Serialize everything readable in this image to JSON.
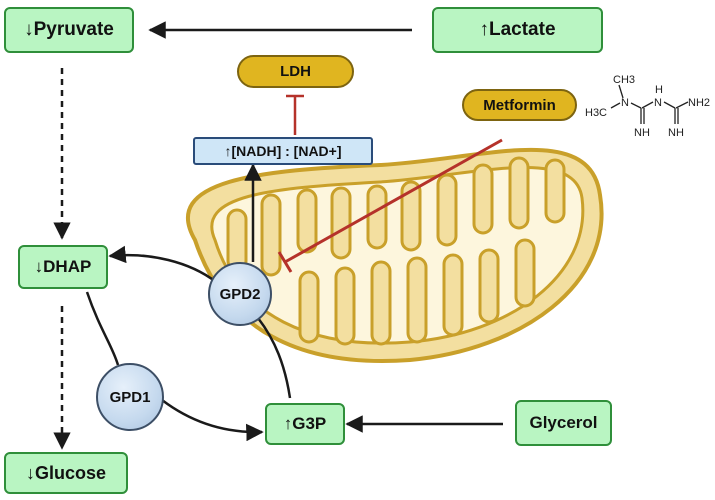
{
  "metabolites": {
    "pyruvate": "↓Pyruvate",
    "lactate": "↑Lactate",
    "dhap": "↓DHAP",
    "glucose": "↓Glucose",
    "g3p": "↑G3P",
    "glycerol": "Glycerol"
  },
  "enzymes": {
    "ldh": "LDH",
    "gpd1": "GPD1",
    "gpd2": "GPD2"
  },
  "drug": {
    "name": "Metformin",
    "structure_labels": [
      "CH3",
      "H3C",
      "N",
      "N",
      "H",
      "NH2",
      "NH",
      "NH"
    ]
  },
  "ratio": "↑[NADH] : [NAD+]",
  "colors": {
    "metabolite_fill": "#b9f5c2",
    "metabolite_border": "#2f8f3a",
    "enzyme_fill": "#c5d9ee",
    "ldh_fill": "#e0b520",
    "ratio_fill": "#cfe6f7",
    "mito_fill": "#f3dfa0",
    "mito_border": "#c9a02a",
    "inhibition": "#b5322a",
    "arrow": "#1a1a1a"
  }
}
